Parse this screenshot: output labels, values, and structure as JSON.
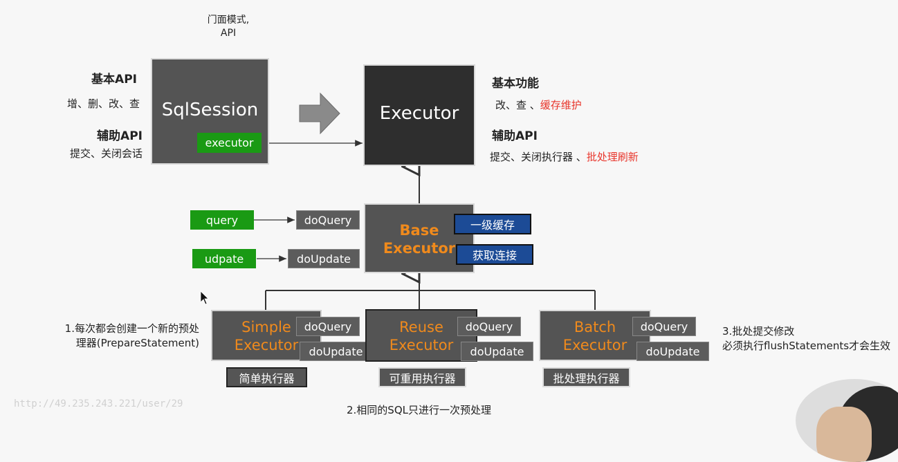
{
  "facade_note": [
    "门面模式,",
    "API"
  ],
  "sqlsession": {
    "title": "SqlSession",
    "field": "executor",
    "left_heading_1": "基本API",
    "left_text_1": "增、删、改、查",
    "left_heading_2": "辅助API",
    "left_text_2": "提交、关闭会话"
  },
  "executor": {
    "title": "Executor",
    "heading_1": "基本功能",
    "text_1_plain": "改、查 、",
    "text_1_red": "缓存维护",
    "heading_2": "辅助API",
    "text_2_plain": "提交、关闭执行器 、",
    "text_2_red": "批处理刷新"
  },
  "base_executor": {
    "title_line1": "Base",
    "title_line2": "Executor",
    "tag_cache": "一级缓存",
    "tag_connection": "获取连接"
  },
  "operations": {
    "query": "query",
    "update": "udpate",
    "do_query": "doQuery",
    "do_update": "doUpdate"
  },
  "simple": {
    "line1": "Simple",
    "line2": "Executor",
    "do_query": "doQuery",
    "do_update": "doUpdate",
    "label": "简单执行器",
    "note": [
      "1.每次都会创建一个新的预处",
      "理器(PrepareStatement)"
    ]
  },
  "reuse": {
    "line1": "Reuse",
    "line2": "Executor",
    "do_query": "doQuery",
    "do_update": "doUpdate",
    "label": "可重用执行器",
    "note": "2.相同的SQL只进行一次预处理"
  },
  "batch": {
    "line1": "Batch",
    "line2": "Executor",
    "do_query": "doQuery",
    "do_update": "doUpdate",
    "label": "批处理执行器",
    "note": [
      "3.批处提交修改",
      "必须执行flushStatements才会生效"
    ]
  },
  "watermark": "http://49.235.243.221/user/29",
  "colors": {
    "green": "#1a9a14",
    "blue": "#1c4b96",
    "orange": "#f08a1c",
    "red": "#e8352b"
  }
}
